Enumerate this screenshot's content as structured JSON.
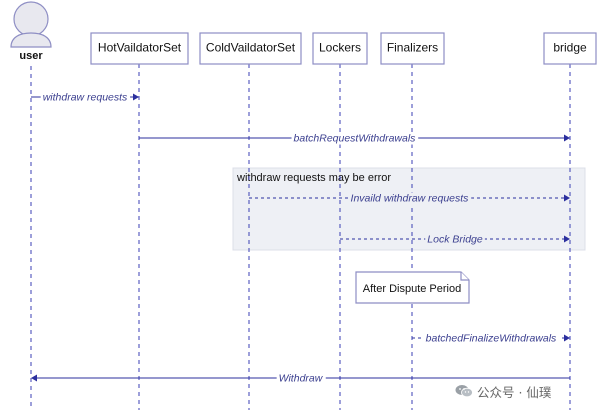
{
  "participants": [
    {
      "id": "user",
      "label": "user",
      "kind": "actor"
    },
    {
      "id": "hot",
      "label": "HotVaildatorSet",
      "kind": "box"
    },
    {
      "id": "cold",
      "label": "ColdVaildatorSet",
      "kind": "box"
    },
    {
      "id": "lockers",
      "label": "Lockers",
      "kind": "box"
    },
    {
      "id": "finalizers",
      "label": "Finalizers",
      "kind": "box"
    },
    {
      "id": "bridge",
      "label": "bridge",
      "kind": "box"
    }
  ],
  "messages": [
    {
      "from": "user",
      "to": "hot",
      "label": "withdraw requests",
      "style": "solid"
    },
    {
      "from": "hot",
      "to": "bridge",
      "label": "batchRequestWithdrawals",
      "style": "solid"
    },
    {
      "from": "cold",
      "to": "bridge",
      "label": "Invaild withdraw requests",
      "style": "dashed"
    },
    {
      "from": "lockers",
      "to": "bridge",
      "label": "Lock Bridge",
      "style": "dashed"
    },
    {
      "from": "finalizers",
      "to": "bridge",
      "label": "batchedFinalizeWithdrawals",
      "style": "dashed"
    },
    {
      "from": "bridge",
      "to": "user",
      "label": "Withdraw",
      "style": "solid"
    }
  ],
  "fragment": {
    "label": "withdraw requests may be error"
  },
  "note": {
    "text": "After Dispute Period",
    "over": "finalizers"
  },
  "watermark": {
    "icon": "wechat-icon",
    "text": "公众号 · 仙璞"
  },
  "colors": {
    "lifeline": "#3b3fb4",
    "arrow": "#2b2f9e",
    "fragment_bg": "#eef0f5",
    "actor_border": "#8e8ec4"
  }
}
